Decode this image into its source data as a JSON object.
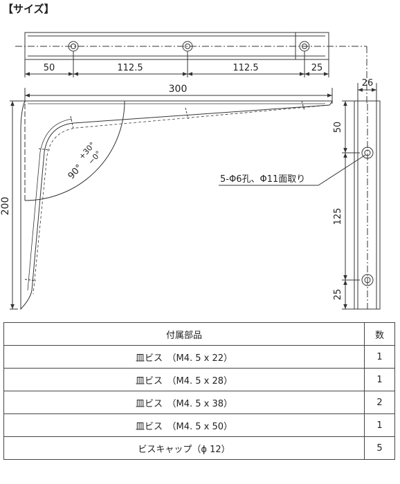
{
  "title": "【サイズ】",
  "dimensions": {
    "top_segments": [
      "50",
      "112.5",
      "112.5",
      "25"
    ],
    "length": "300",
    "height": "200",
    "width": "26",
    "side_segments": [
      "50",
      "125",
      "25"
    ],
    "angle_main": "90°",
    "angle_tol_plus": "+30°",
    "angle_tol_minus": "−0°"
  },
  "hole_note": "5-Φ6孔、Φ11面取り",
  "table": {
    "header": {
      "item": "付属部品",
      "qty": "数"
    },
    "rows": [
      {
        "item": "皿ビス　（M4. 5 x 22）",
        "qty": "1"
      },
      {
        "item": "皿ビス　（M4. 5 x 28）",
        "qty": "1"
      },
      {
        "item": "皿ビス　（M4. 5 x 38）",
        "qty": "2"
      },
      {
        "item": "皿ビス　（M4. 5 x 50）",
        "qty": "1"
      },
      {
        "item": "ビスキャップ（ϕ 12）",
        "qty": "5"
      }
    ]
  }
}
